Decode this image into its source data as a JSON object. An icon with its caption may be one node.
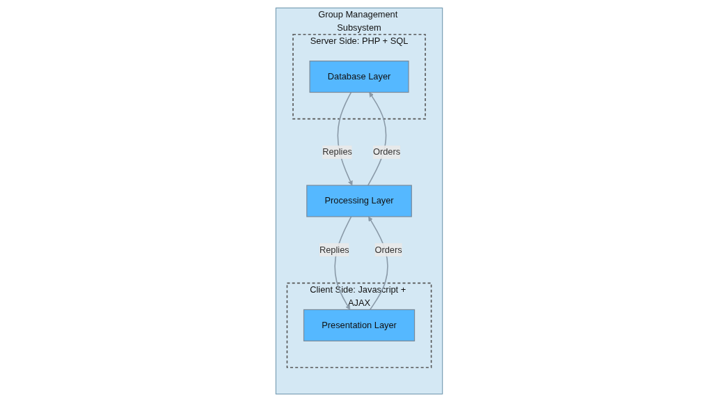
{
  "diagram": {
    "nodes": [
      {
        "text": [
          "Group Management Subsystem"
        ]
      },
      {
        "text": [
          "Client Side: Javascript + AJAX"
        ],
        "in": 0
      },
      {
        "text": [
          "Server Side: PHP + SQL"
        ],
        "in": 0
      },
      {
        "text": [
          "Presentation Layer"
        ],
        "in": 1
      },
      {
        "text": [
          "Processing Layer"
        ],
        "in": 0
      },
      {
        "text": [
          "Database Layer"
        ],
        "in": 2
      }
    ],
    "edges": [
      {
        "from": 3,
        "to": 4,
        "arrow": "to",
        "label": "Orders"
      },
      {
        "from": 4,
        "to": 5,
        "arrow": "to",
        "label": "Orders"
      },
      {
        "from": 5,
        "to": 4,
        "arrow": "to",
        "label": "Replies"
      },
      {
        "from": 4,
        "to": 3,
        "arrow": "to",
        "label": "Replies"
      }
    ]
  }
}
